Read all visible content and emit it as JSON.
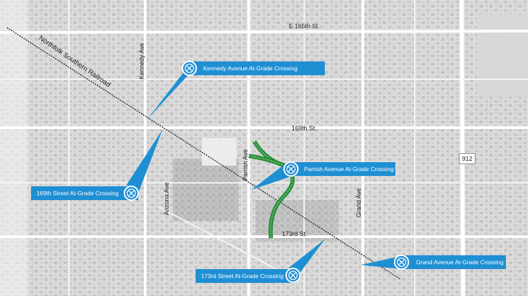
{
  "map": {
    "railroad_label": "Northfolk Southern Railroad",
    "streets": {
      "e165": "E 165th St.",
      "s169": "169th St.",
      "s173": "173rd St.",
      "kennedy": "Kennedy Ave",
      "arizona": "Arizona Ave",
      "parrish": "Parrish Ave",
      "grand": "Grand Ave"
    },
    "highway_shield": "912",
    "colors": {
      "callout": "#1f8fd3",
      "trail": "#3aa84a",
      "railroad": "#222222",
      "road": "#ffffff"
    },
    "callouts": {
      "kennedy": "Kennedy Avenue At-Grade Crossing",
      "s169": "169th Street At-Grade Crossing",
      "parrish": "Parrish Avenue At-Grade Crossing",
      "s173": "173rd Street At-Grade Crossing",
      "grand": "Grand Avenue At-Grade Crossing"
    },
    "icon": "railroad-crossing-icon"
  }
}
